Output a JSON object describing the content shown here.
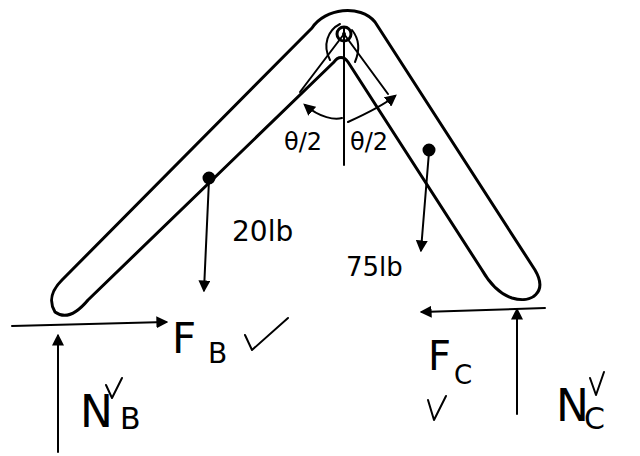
{
  "diagram": {
    "labels": [
      "θ/2",
      "θ/2",
      "20lb",
      "75lb",
      "F",
      "B",
      "F",
      "C",
      "N",
      "B",
      "N",
      "C"
    ]
  }
}
